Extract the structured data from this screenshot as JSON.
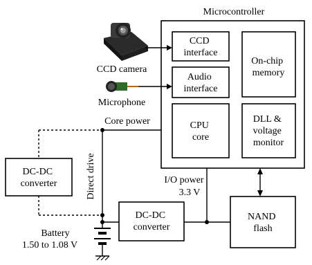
{
  "labels": {
    "microcontroller": "Microcontroller",
    "ccd_camera": "CCD camera",
    "microphone": "Microphone",
    "core_power": "Core power",
    "direct_drive": "Direct drive",
    "io_power": "I/O power",
    "io_voltage": "3.3 V",
    "battery": "Battery",
    "battery_range": "1.50 to 1.08 V"
  },
  "blocks": {
    "ccd_interface": [
      "CCD",
      "interface"
    ],
    "audio_interface": [
      "Audio",
      "interface"
    ],
    "onchip_memory": [
      "On-chip",
      "memory"
    ],
    "cpu_core": [
      "CPU",
      "core"
    ],
    "dll_monitor": [
      "DLL &",
      "voltage",
      "monitor"
    ],
    "dcdc_left": [
      "DC-DC",
      "converter"
    ],
    "dcdc_bottom": [
      "DC-DC",
      "converter"
    ],
    "nand_flash": [
      "NAND",
      "flash"
    ]
  }
}
